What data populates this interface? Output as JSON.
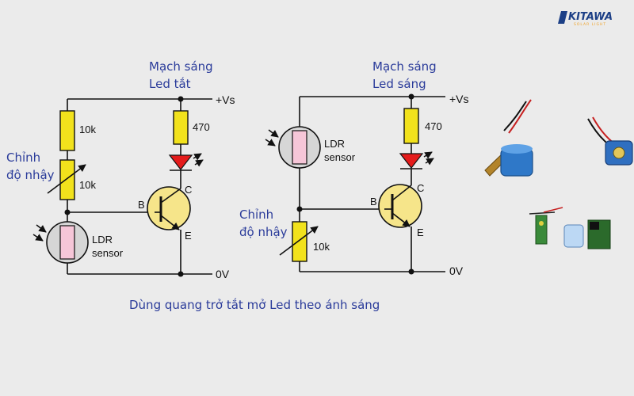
{
  "brand": {
    "name": "KITAWA",
    "tagline": "SOLAR LIGHT"
  },
  "left_circuit": {
    "title_line1": "Mạch sáng",
    "title_line2": "Led tắt",
    "supply": "+Vs",
    "ground": "0V",
    "r_top": "10k",
    "r_adjust": "10k",
    "r_led": "470",
    "adjust_line1": "Chỉnh",
    "adjust_line2": "độ nhậy",
    "ldr_line1": "LDR",
    "ldr_line2": "sensor",
    "pin_b": "B",
    "pin_c": "C",
    "pin_e": "E"
  },
  "right_circuit": {
    "title_line1": "Mạch sáng",
    "title_line2": "Led sáng",
    "supply": "+Vs",
    "ground": "0V",
    "r_led": "470",
    "r_adjust": "10k",
    "adjust_line1": "Chỉnh",
    "adjust_line2": "độ nhậy",
    "ldr_line1": "LDR",
    "ldr_line2": "sensor",
    "pin_b": "B",
    "pin_c": "C",
    "pin_e": "E"
  },
  "caption": "Dùng quang trở tắt mở Led theo ánh sáng"
}
